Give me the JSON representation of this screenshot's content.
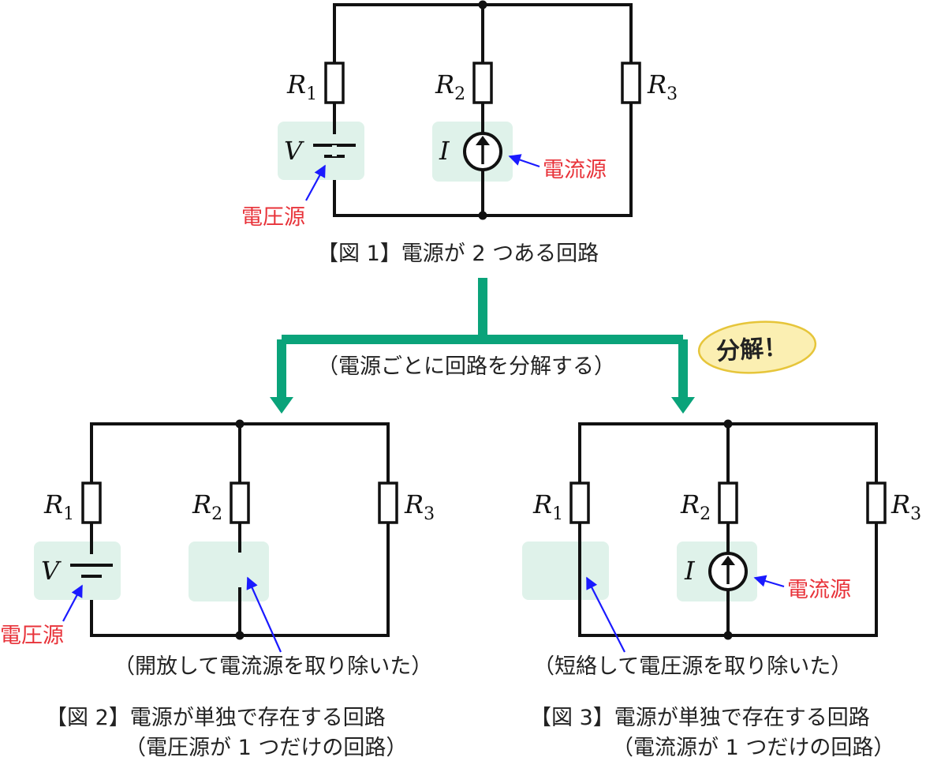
{
  "labels": {
    "r1": "R",
    "r1_sub": "1",
    "r2": "R",
    "r2_sub": "2",
    "r3": "R",
    "r3_sub": "3",
    "v": "V",
    "i": "I",
    "voltage_source": "電圧源",
    "current_source": "電流源"
  },
  "fig1": {
    "caption": "【図 1】電源が 2 つある回路"
  },
  "decompose": {
    "note": "（電源ごとに回路を分解する）",
    "badge": "分解！"
  },
  "fig2": {
    "note": "（開放して電流源を取り除いた）",
    "caption_line1": "【図 2】電源が単独で存在する回路",
    "caption_line2": "（電圧源が 1 つだけの回路）"
  },
  "fig3": {
    "note": "（短絡して電圧源を取り除いた）",
    "caption_line1": "【図 3】電源が単独で存在する回路",
    "caption_line2": "（電流源が 1 つだけの回路）"
  },
  "colors": {
    "arrow_green": "#0aa37a",
    "highlight": "#dff2ea",
    "label_red": "#e8333a",
    "pointer_blue": "#1a1aff",
    "badge_fill": "#fbefb2",
    "badge_border": "#e6c53a"
  }
}
